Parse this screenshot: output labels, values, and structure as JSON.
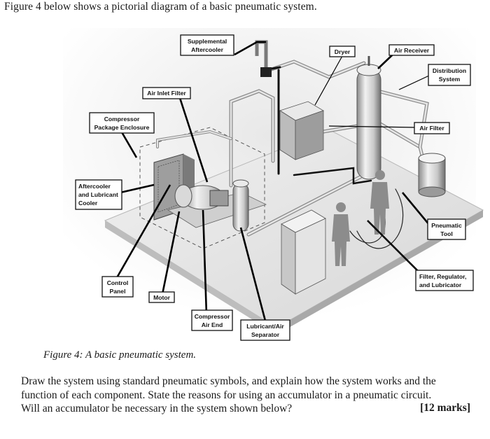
{
  "intro": "Figure 4 below shows a pictorial diagram of a basic pneumatic system.",
  "callouts": {
    "supplemental_aftercooler": [
      "Supplemental",
      "Aftercooler"
    ],
    "dryer": [
      "Dryer"
    ],
    "air_receiver": [
      "Air Receiver"
    ],
    "distribution_system": [
      "Distribution",
      "System"
    ],
    "air_inlet_filter": [
      "Air Inlet Filter"
    ],
    "compressor_package_enclosure": [
      "Compressor",
      "Package Enclosure"
    ],
    "air_filter": [
      "Air Filter"
    ],
    "aftercooler_lubricant_cooler": [
      "Aftercooler",
      "and Lubricant",
      "Cooler"
    ],
    "pneumatic_tool": [
      "Pneumatic",
      "Tool"
    ],
    "filter_regulator_lubricator": [
      "Filter, Regulator,",
      "and Lubricator"
    ],
    "control_panel": [
      "Control",
      "Panel"
    ],
    "motor": [
      "Motor"
    ],
    "compressor_air_end": [
      "Compressor",
      "Air End"
    ],
    "lubricant_air_separator": [
      "Lubricant/Air",
      "Separator"
    ]
  },
  "caption": "Figure 4: A basic pneumatic system.",
  "question": {
    "lines": [
      "Draw the system using standard pneumatic symbols, and explain how the system works and the",
      "function of each component. State the reasons for using an accumulator in a pneumatic circuit.",
      "Will an accumulator be necessary in the system shown below?"
    ],
    "marks": "[12 marks]"
  }
}
